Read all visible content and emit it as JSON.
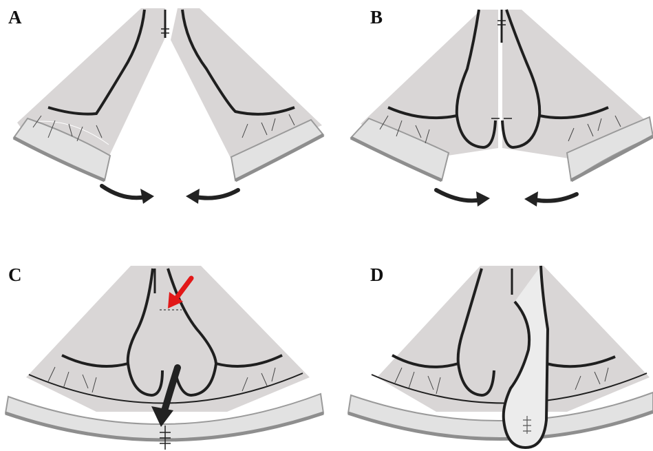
{
  "panels": [
    {
      "label": "A"
    },
    {
      "label": "B"
    },
    {
      "label": "C"
    },
    {
      "label": "D"
    }
  ],
  "colors": {
    "tissue_fill": "#d9d6d6",
    "tissue_light": "#e6e4e4",
    "ring_fill": "#dcdcdc",
    "ring_shadow": "#8e8e8e",
    "outline": "#1f1f1f",
    "vessel": "#333333",
    "arrow_dark": "#222222",
    "arrow_red": "#e21818"
  },
  "icons": [
    "curved-arrow-right-icon",
    "curved-arrow-left-icon",
    "red-arrow-icon",
    "down-arrow-icon"
  ]
}
